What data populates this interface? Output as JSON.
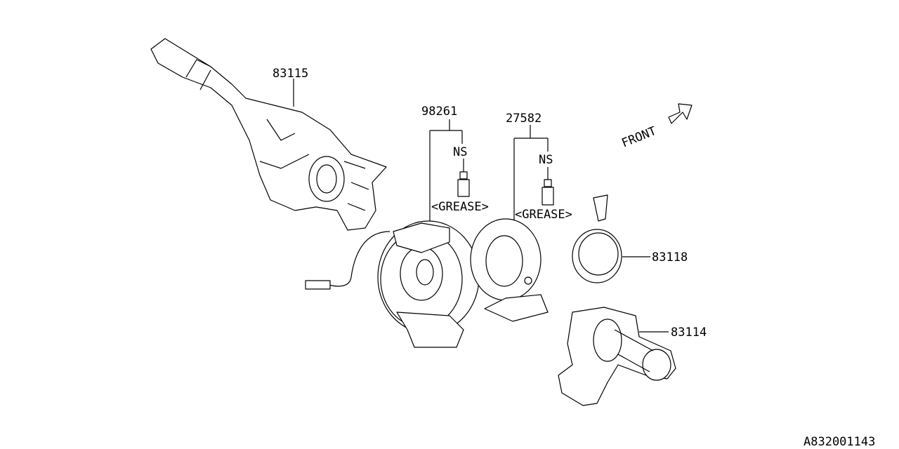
{
  "parts": {
    "combination_switch_left": {
      "number": "83115"
    },
    "grease_a": {
      "number": "98261",
      "ns": "NS",
      "note": "<GREASE>"
    },
    "grease_b": {
      "number": "27582",
      "ns": "NS",
      "note": "<GREASE>"
    },
    "ring": {
      "number": "83118"
    },
    "combination_switch_right": {
      "number": "83114"
    }
  },
  "direction": {
    "label": "FRONT"
  },
  "diagram_code": "A832001143"
}
